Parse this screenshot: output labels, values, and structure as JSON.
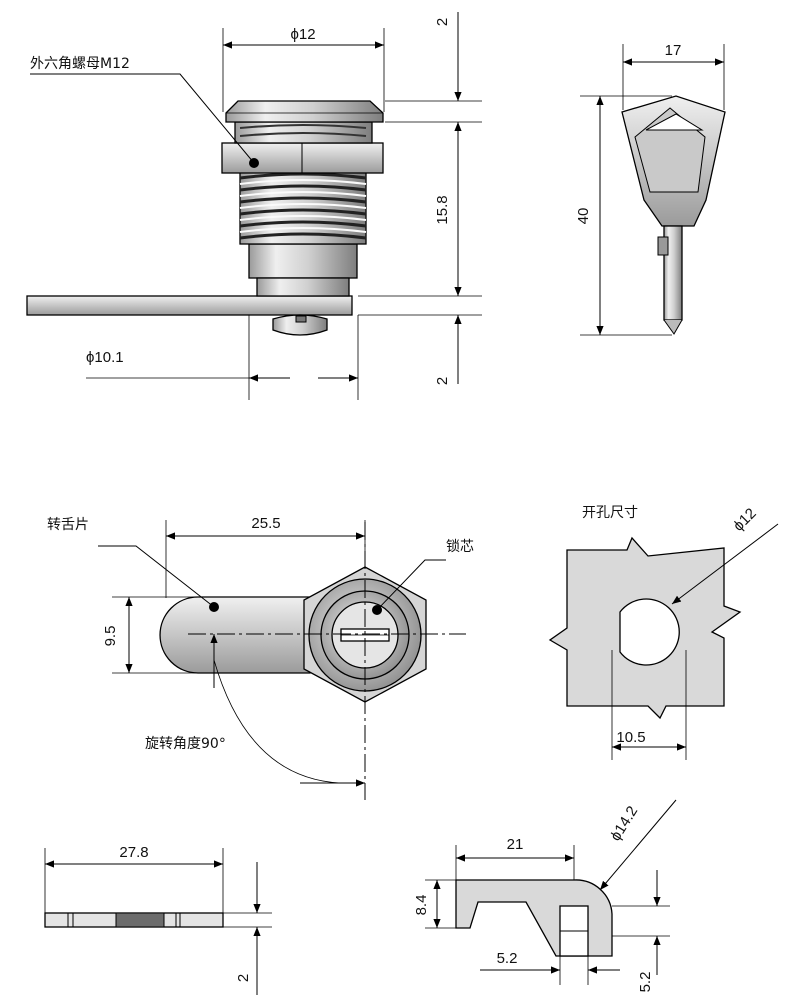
{
  "title": "Cam lock technical drawing",
  "labels": {
    "hex_nut": "外六角螺母M12",
    "cam_tongue": "转舌片",
    "lock_core": "锁芯",
    "rotation_angle": "旋转角度90°",
    "cutout_size": "开孔尺寸"
  },
  "dimensions": {
    "body_diameter": "ϕ12",
    "top_height": "2",
    "body_length": "15.8",
    "cam_thickness": "2",
    "bottom_diameter": "ϕ10.1",
    "key_width": "17",
    "key_length": "40",
    "cam_length": "25.5",
    "cam_width": "9.5",
    "cutout_diameter": "ϕ12",
    "cutout_flat": "10.5",
    "side_length": "27.8",
    "side_thickness": "2",
    "cam_reach": "21",
    "cam_radius": "ϕ14.2",
    "cam_offset": "8.4",
    "cam_step_a": "5.2",
    "cam_step_b": "5.2"
  },
  "colors": {
    "metal": "#d7d7d7",
    "metal_dark": "#8a8a8a",
    "cut_fill": "#d9d9d9",
    "line": "#000000"
  }
}
